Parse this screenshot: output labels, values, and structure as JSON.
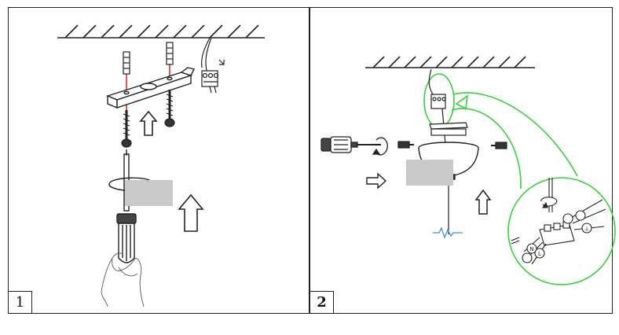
{
  "steps": [
    {
      "number": "1"
    },
    {
      "number": "2"
    }
  ],
  "wiring_labels": {
    "neutral": "N",
    "live": "L",
    "earth": "⏚"
  },
  "colors": {
    "outline": "#222222",
    "anchor_line": "#e03030",
    "wire_highlight": "#37d13a",
    "wire_blue": "#3a8ad8",
    "redaction": "#c9c9c9"
  }
}
